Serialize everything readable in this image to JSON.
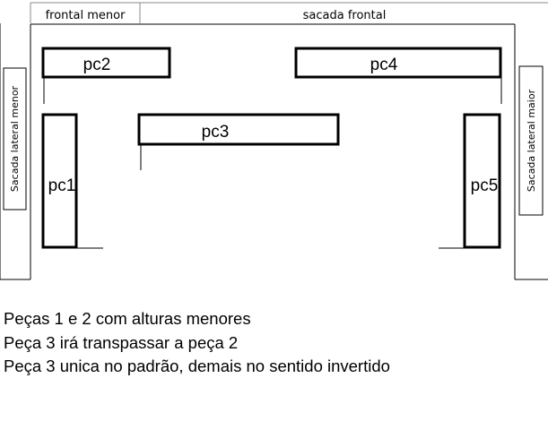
{
  "labels": {
    "frontal_menor": "frontal menor",
    "sacada_frontal": "sacada frontal",
    "sacada_lateral_menor": "Sacada lateral menor",
    "sacada_lateral_maior": "Sacada lateral maior"
  },
  "pieces": {
    "pc1": "pc1",
    "pc2": "pc2",
    "pc3": "pc3",
    "pc4": "pc4",
    "pc5": "pc5"
  },
  "notes": [
    "Peças 1 e 2 com alturas menores",
    "Peça 3 irá transpassar a peça 2",
    "Peça 3 unica no padrão, demais no sentido invertido"
  ]
}
